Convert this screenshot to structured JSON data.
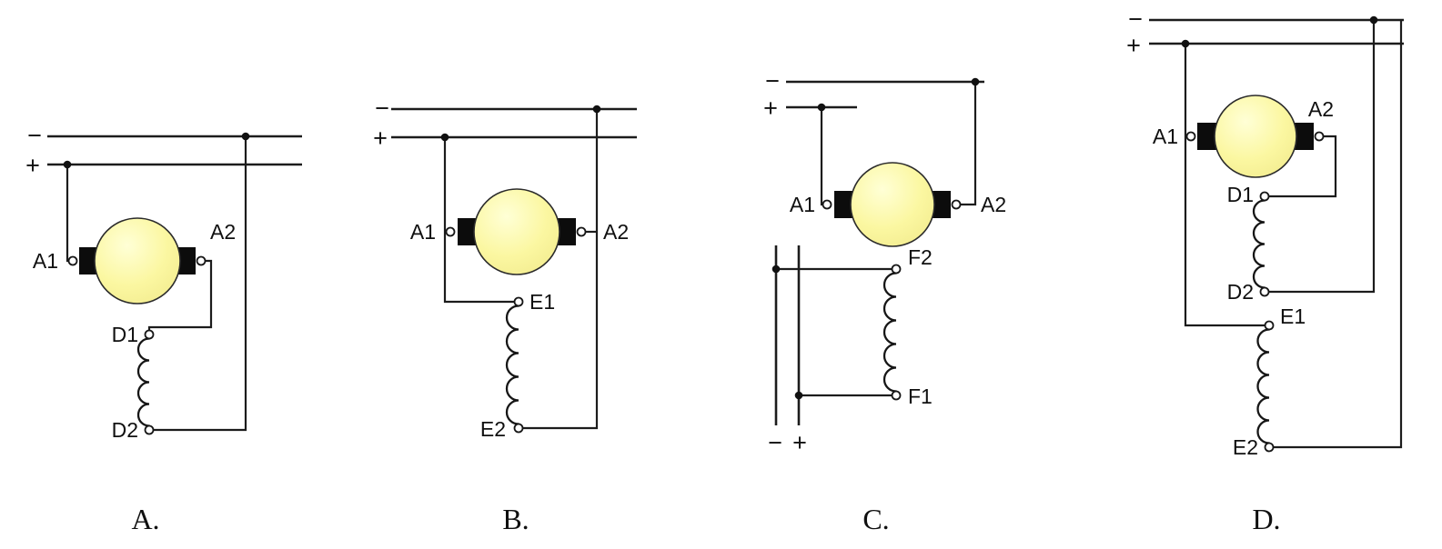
{
  "colors": {
    "background": "#ffffff",
    "wire": "#1c1c1c",
    "motor_fill": "#fbf7a1",
    "motor_stroke": "#2b2b2b",
    "brush": "#0c0c0c",
    "text": "#101010"
  },
  "diagrams": [
    {
      "option": "A.",
      "rails": {
        "top": "−",
        "bottom": "+"
      },
      "labels": {
        "a1": "A1",
        "a2": "A2",
        "w1": "D1",
        "w2": "D2"
      }
    },
    {
      "option": "B.",
      "rails": {
        "top": "−",
        "bottom": "+"
      },
      "labels": {
        "a1": "A1",
        "a2": "A2",
        "w1": "E1",
        "w2": "E2"
      }
    },
    {
      "option": "C.",
      "rails": {
        "top": "−",
        "bottom": "+"
      },
      "field_supply": {
        "left": "−",
        "right": "+"
      },
      "labels": {
        "a1": "A1",
        "a2": "A2",
        "w1": "F2",
        "w2": "F1"
      }
    },
    {
      "option": "D.",
      "rails": {
        "top": "−",
        "bottom": "+"
      },
      "labels": {
        "a1": "A1",
        "a2": "A2",
        "w1": "D1",
        "w2": "D2",
        "w3": "E1",
        "w4": "E2"
      }
    }
  ]
}
